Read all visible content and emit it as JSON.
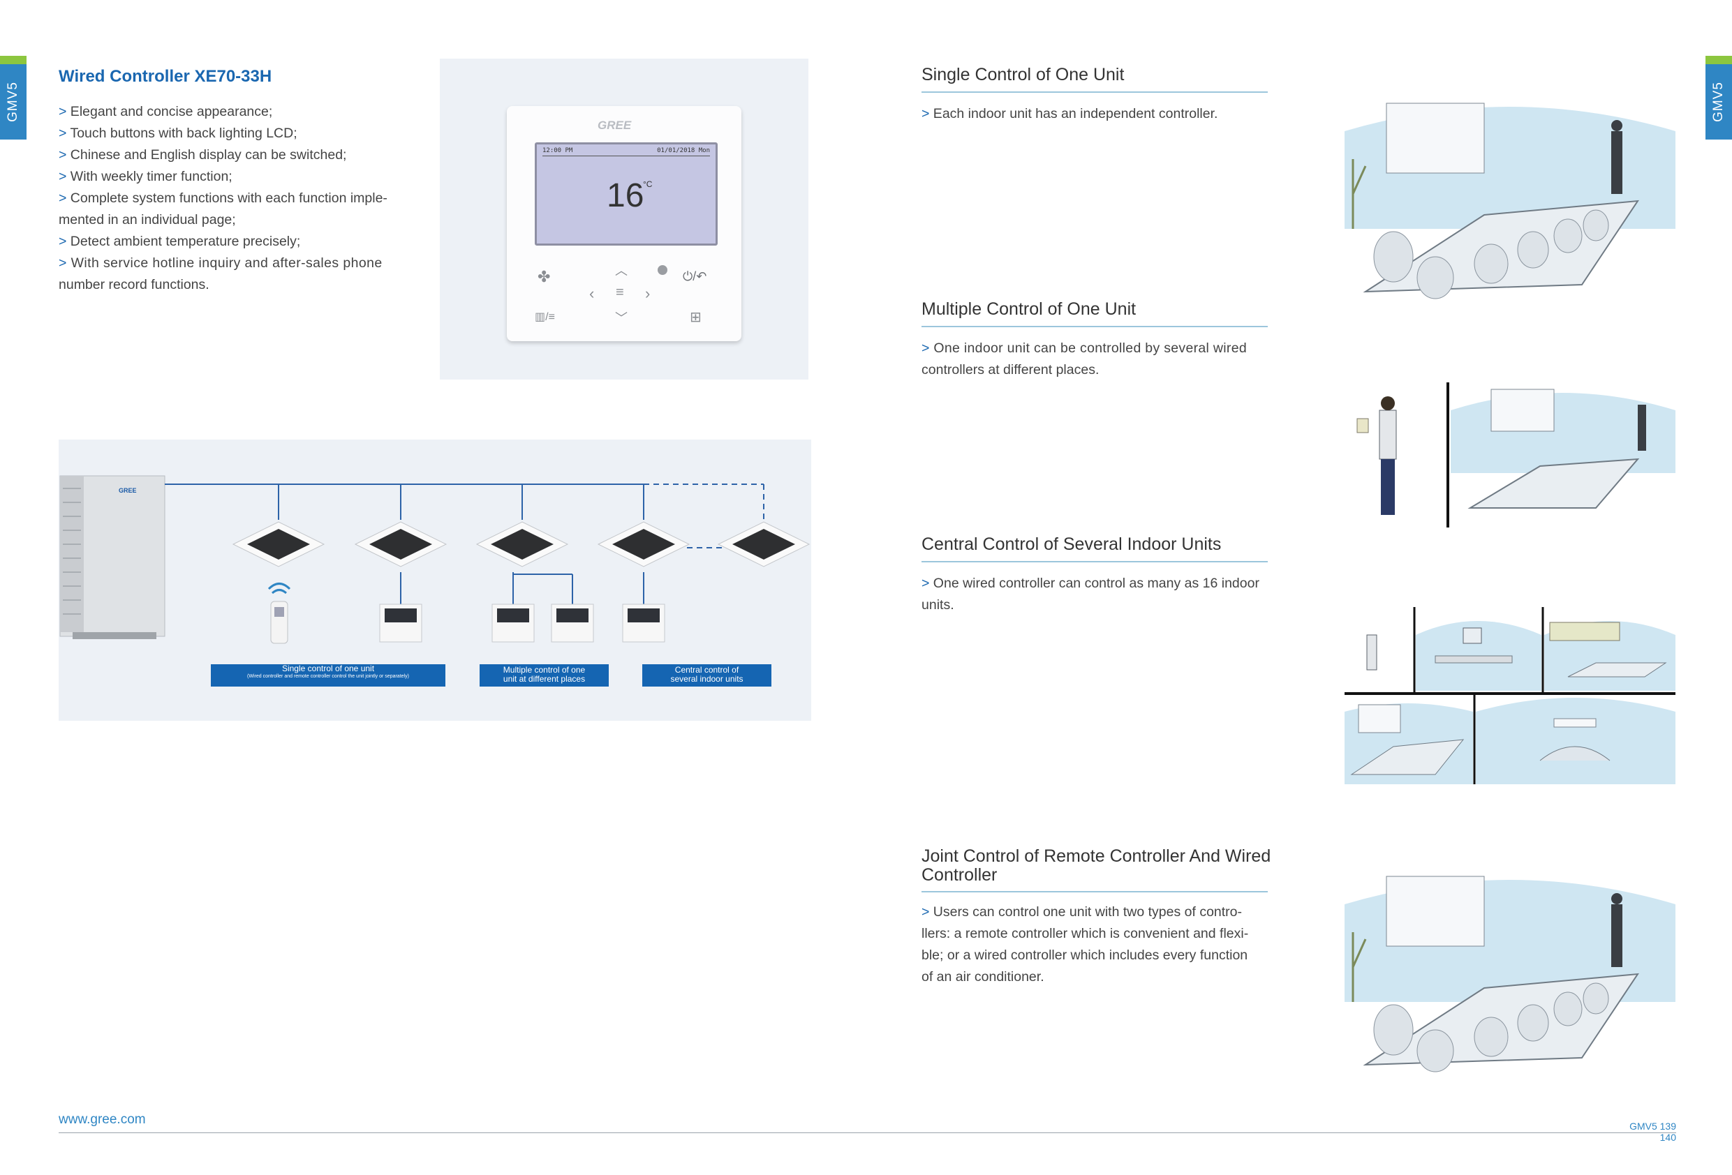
{
  "side_tab": {
    "label": "GMV5"
  },
  "controller": {
    "title": "Wired Controller  XE70-33H",
    "bullets": [
      "> Elegant and concise appearance;",
      "> Touch buttons with back lighting LCD;",
      "> Chinese and English display can be switched;",
      "> With weekly timer function;",
      "> Complete system functions with each function imple-",
      "mented in an individual page;",
      "> Detect ambient temperature precisely;",
      "> With service hotline inquiry and after-sales phone",
      "number record functions."
    ],
    "device": {
      "brand": "GREE",
      "lcd_time": "12:00 PM",
      "lcd_date": "01/01/2018 Mon",
      "lcd_temp": "16",
      "lcd_unit": "°C",
      "power_button": "⏻/↶"
    }
  },
  "diagram": {
    "outdoor_brand": "GREE",
    "labels": [
      {
        "line1": "Single control of one unit",
        "line2": "(Wired controller and remote controller control the unit jointly or separately)"
      },
      {
        "line1": "Multiple control of one",
        "line2": "unit at different places"
      },
      {
        "line1": "Central control of",
        "line2": "several indoor units"
      }
    ]
  },
  "sections": [
    {
      "title": "Single Control of One Unit",
      "body": [
        "> Each indoor unit has an independent controller."
      ]
    },
    {
      "title": "Multiple Control of One Unit",
      "body": [
        "> One indoor unit can be controlled by several wired",
        "controllers at different places."
      ]
    },
    {
      "title": "Central Control of Several Indoor Units",
      "body": [
        "> One wired controller can control as many as 16 indoor",
        "units."
      ]
    },
    {
      "title": "Joint Control of Remote Controller And Wired Controller",
      "title_lines": [
        "Joint Control of Remote Controller And Wired",
        "Controller"
      ],
      "body": [
        "> Users can control one unit  with  two  types  of contro-",
        "llers: a remote controller which is convenient and flexi-",
        "ble; or a wired controller which includes every function",
        "of an air conditioner."
      ]
    }
  ],
  "footer": {
    "url": "www.gree.com",
    "page_left": "GMV5 139",
    "page_right": "140"
  },
  "colors": {
    "accent_blue": "#1a67b0",
    "tab_blue": "#2f86c4",
    "tab_green": "#8cc63f",
    "rule": "#9cc6dc",
    "label_bg": "#1565b2"
  }
}
